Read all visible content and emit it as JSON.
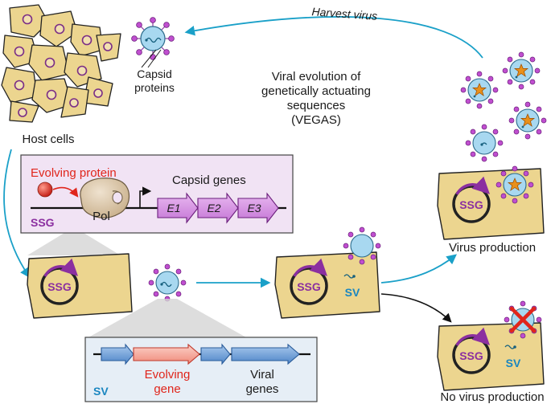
{
  "labels": {
    "harvest_virus": "Harvest virus",
    "capsid_proteins_line1": "Capsid",
    "capsid_proteins_line2": "proteins",
    "vegas_line1": "Viral evolution of",
    "vegas_line2": "genetically actuating",
    "vegas_line3": "sequences",
    "vegas_line4": "(VEGAS)",
    "host_cells": "Host cells",
    "virus_production": "Virus production",
    "no_virus_production": "No virus production"
  },
  "ssg_box": {
    "evolving_protein": "Evolving protein",
    "capsid_genes": "Capsid genes",
    "pol": "Pol",
    "tag": "SSG",
    "genes": [
      "E1",
      "E2",
      "E3"
    ]
  },
  "sv_box": {
    "tag": "SV",
    "evolving_gene_line1": "Evolving",
    "evolving_gene_line2": "gene",
    "viral_genes_line1": "Viral",
    "viral_genes_line2": "genes"
  },
  "cell_labels": {
    "ssg": "SSG",
    "sv": "SV"
  },
  "colors": {
    "cell_fill": "#ecd58f",
    "cell_stroke": "#222222",
    "ssg_purple": "#8b2fa0",
    "arrow_teal": "#1aa0c8",
    "virus_fill": "#a8d8f0",
    "spike_purple": "#c04fcf",
    "star_orange": "#e8901c",
    "red_x": "#e0251b",
    "ssg_panel": "#f1e3f4",
    "sv_panel": "#e6eef6",
    "evolving_red": "#e0251b",
    "gene_blue": "#5a8fd0"
  },
  "icons": [
    "virus-icon",
    "plasmid-icon",
    "polymerase-icon",
    "promoter-arrow-icon",
    "red-x-icon"
  ]
}
